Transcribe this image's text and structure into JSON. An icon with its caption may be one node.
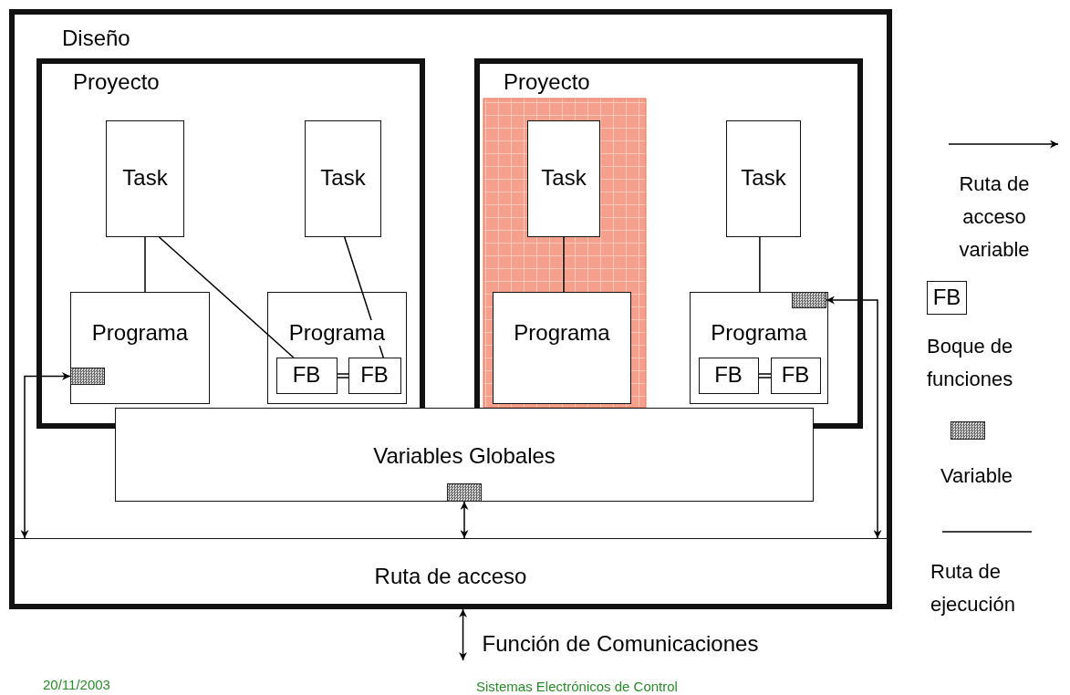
{
  "diagram": {
    "nodes": [
      {
        "text": [
          "Diseño"
        ]
      },
      {
        "text": [
          "Proyecto"
        ],
        "in": 0
      },
      {
        "text": [
          "Task"
        ],
        "in": 1
      },
      {
        "text": [
          "Task"
        ],
        "in": 1
      },
      {
        "text": [
          "Programa"
        ],
        "in": 1
      },
      {
        "text": [],
        "shape": "box",
        "in": 4
      },
      {
        "text": [
          "Programa"
        ],
        "in": 1
      },
      {
        "text": [
          "FB"
        ],
        "in": 6
      },
      {
        "text": [
          "FB"
        ],
        "in": 6
      },
      {
        "text": [
          "Proyecto"
        ],
        "in": 0
      },
      {
        "text": [
          "Task"
        ],
        "in": 9
      },
      {
        "text": [
          "Task"
        ],
        "in": 9
      },
      {
        "text": [
          "Programa"
        ],
        "in": 9
      },
      {
        "text": [
          "Programa"
        ],
        "in": 9
      },
      {
        "text": [],
        "shape": "box",
        "in": 13
      },
      {
        "text": [
          "FB"
        ],
        "in": 13
      },
      {
        "text": [
          "FB"
        ],
        "in": 13
      },
      {
        "text": [
          "Variables Globales"
        ],
        "in": 0
      },
      {
        "text": [],
        "shape": "box",
        "in": 17
      },
      {
        "text": [
          "Ruta de acceso"
        ],
        "in": 0
      }
    ],
    "edges": [
      {
        "from": 2,
        "to": 4,
        "arrow": "none"
      },
      {
        "from": 2,
        "to": 7,
        "arrow": "none"
      },
      {
        "from": 3,
        "to": 8,
        "arrow": "none"
      },
      {
        "from": 7,
        "to": 8,
        "arrow": "none"
      },
      {
        "from": 10,
        "to": 12,
        "arrow": "none"
      },
      {
        "from": 11,
        "to": 13,
        "arrow": "none"
      },
      {
        "from": 15,
        "to": 16,
        "arrow": "none"
      },
      {
        "from": 19,
        "to": 5,
        "arrow": "both"
      },
      {
        "from": 14,
        "to": 19,
        "arrow": "both"
      },
      {
        "from": 18,
        "to": 19,
        "arrow": "both"
      },
      {
        "from": 0,
        "to": null,
        "arrow": "both",
        "label": "Función de Comunicaciones"
      }
    ],
    "labels": [
      "FB",
      "20/11/2003",
      "Sistemas Electrónicos de Control"
    ],
    "legend": [
      {
        "text": "Ruta de acceso variable"
      },
      {
        "text": "Boque de funciones"
      },
      {
        "text": "Variable"
      },
      {
        "text": "Ruta de ejecución"
      }
    ]
  }
}
